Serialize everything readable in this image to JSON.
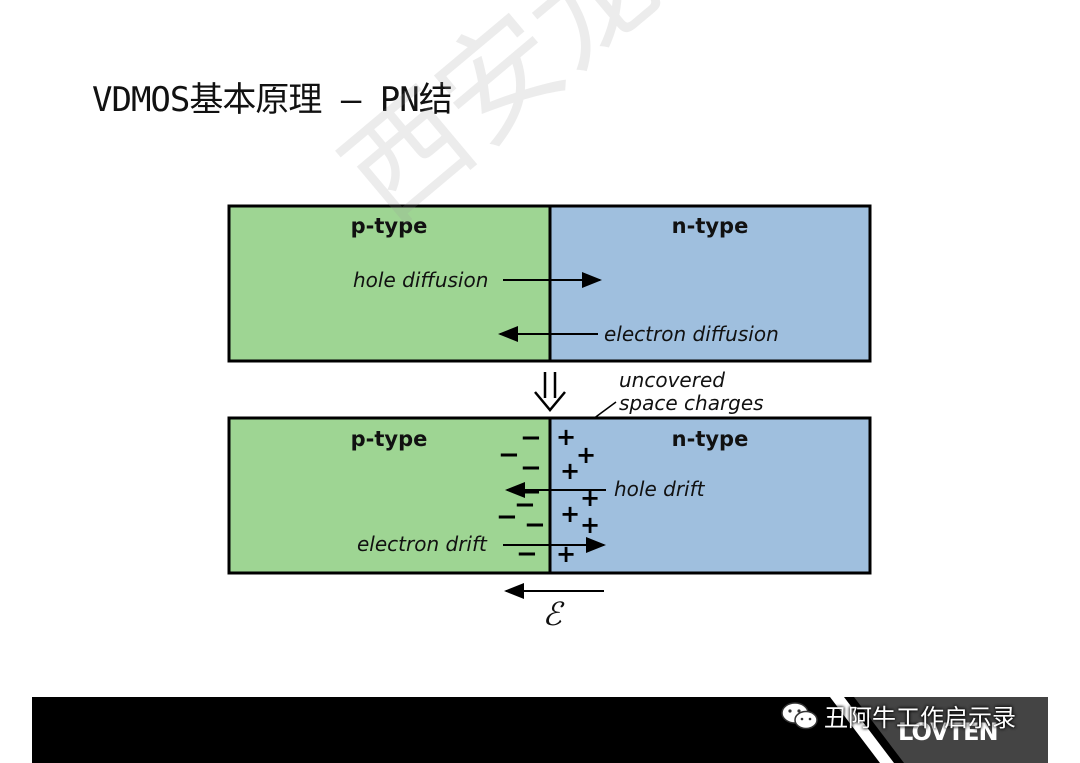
{
  "slide": {
    "title": "VDMOS基本原理 — PN结"
  },
  "diagram": {
    "top_block": {
      "p_label": "p-type",
      "n_label": "n-type",
      "hole_diffusion": "hole diffusion",
      "electron_diffusion": "electron diffusion",
      "p_color": "#9ed593",
      "n_color": "#9fbfde"
    },
    "callout": {
      "line1": "uncovered",
      "line2": "space charges"
    },
    "bottom_block": {
      "p_label": "p-type",
      "n_label": "n-type",
      "hole_drift": "hole drift",
      "electron_drift": "electron drift",
      "minus_symbol": "−",
      "plus_symbol": "+"
    },
    "field_symbol": "ℰ"
  },
  "watermark": "西安龙腾",
  "footer": {
    "source": "丑阿牛工作启示录",
    "logo": "LOVTEN",
    "icon": "wechat-icon"
  }
}
